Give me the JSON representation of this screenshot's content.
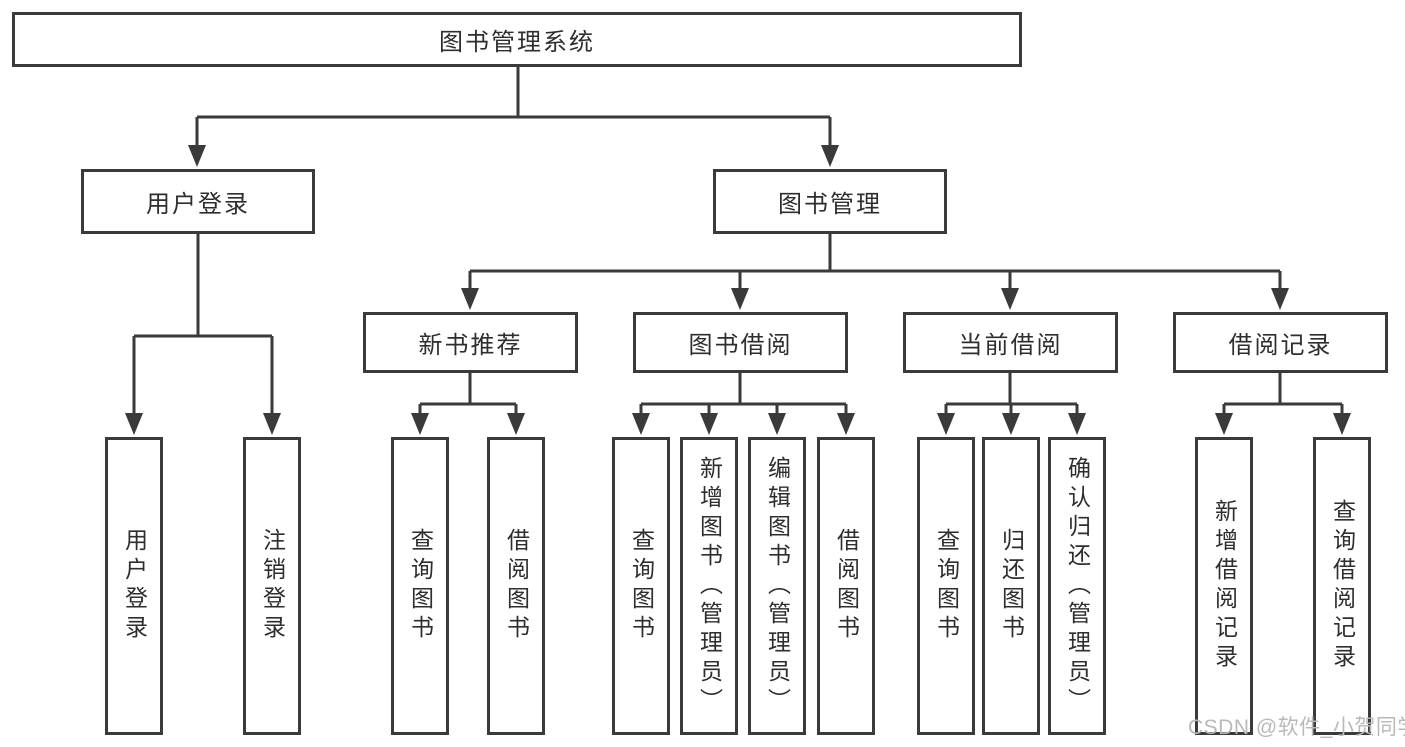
{
  "diagram": {
    "title": "图书管理系统",
    "level2": {
      "user_login": "用户登录",
      "book_management": "图书管理"
    },
    "level3": {
      "new_book_recommend": "新书推荐",
      "book_borrowing": "图书借阅",
      "current_borrowing": "当前借阅",
      "borrowing_records": "借阅记录"
    },
    "leaves": {
      "user_login": [
        "用户登录",
        "注销登录"
      ],
      "new_book_recommend": [
        "查询图书",
        "借阅图书"
      ],
      "book_borrowing": [
        "查询图书",
        "新增图书（管理员）",
        "编辑图书（管理员）",
        "借阅图书"
      ],
      "current_borrowing": [
        "查询图书",
        "归还图书",
        "确认归还（管理员）"
      ],
      "borrowing_records": [
        "新增借阅记录",
        "查询借阅记录"
      ]
    },
    "watermark": "CSDN @软件_小贺同学",
    "colors": {
      "line": "#3a3a3a",
      "border": "#3a3a3a",
      "text": "#2e2e2e",
      "watermark": "#b9b9b9",
      "background": "#ffffff"
    }
  }
}
